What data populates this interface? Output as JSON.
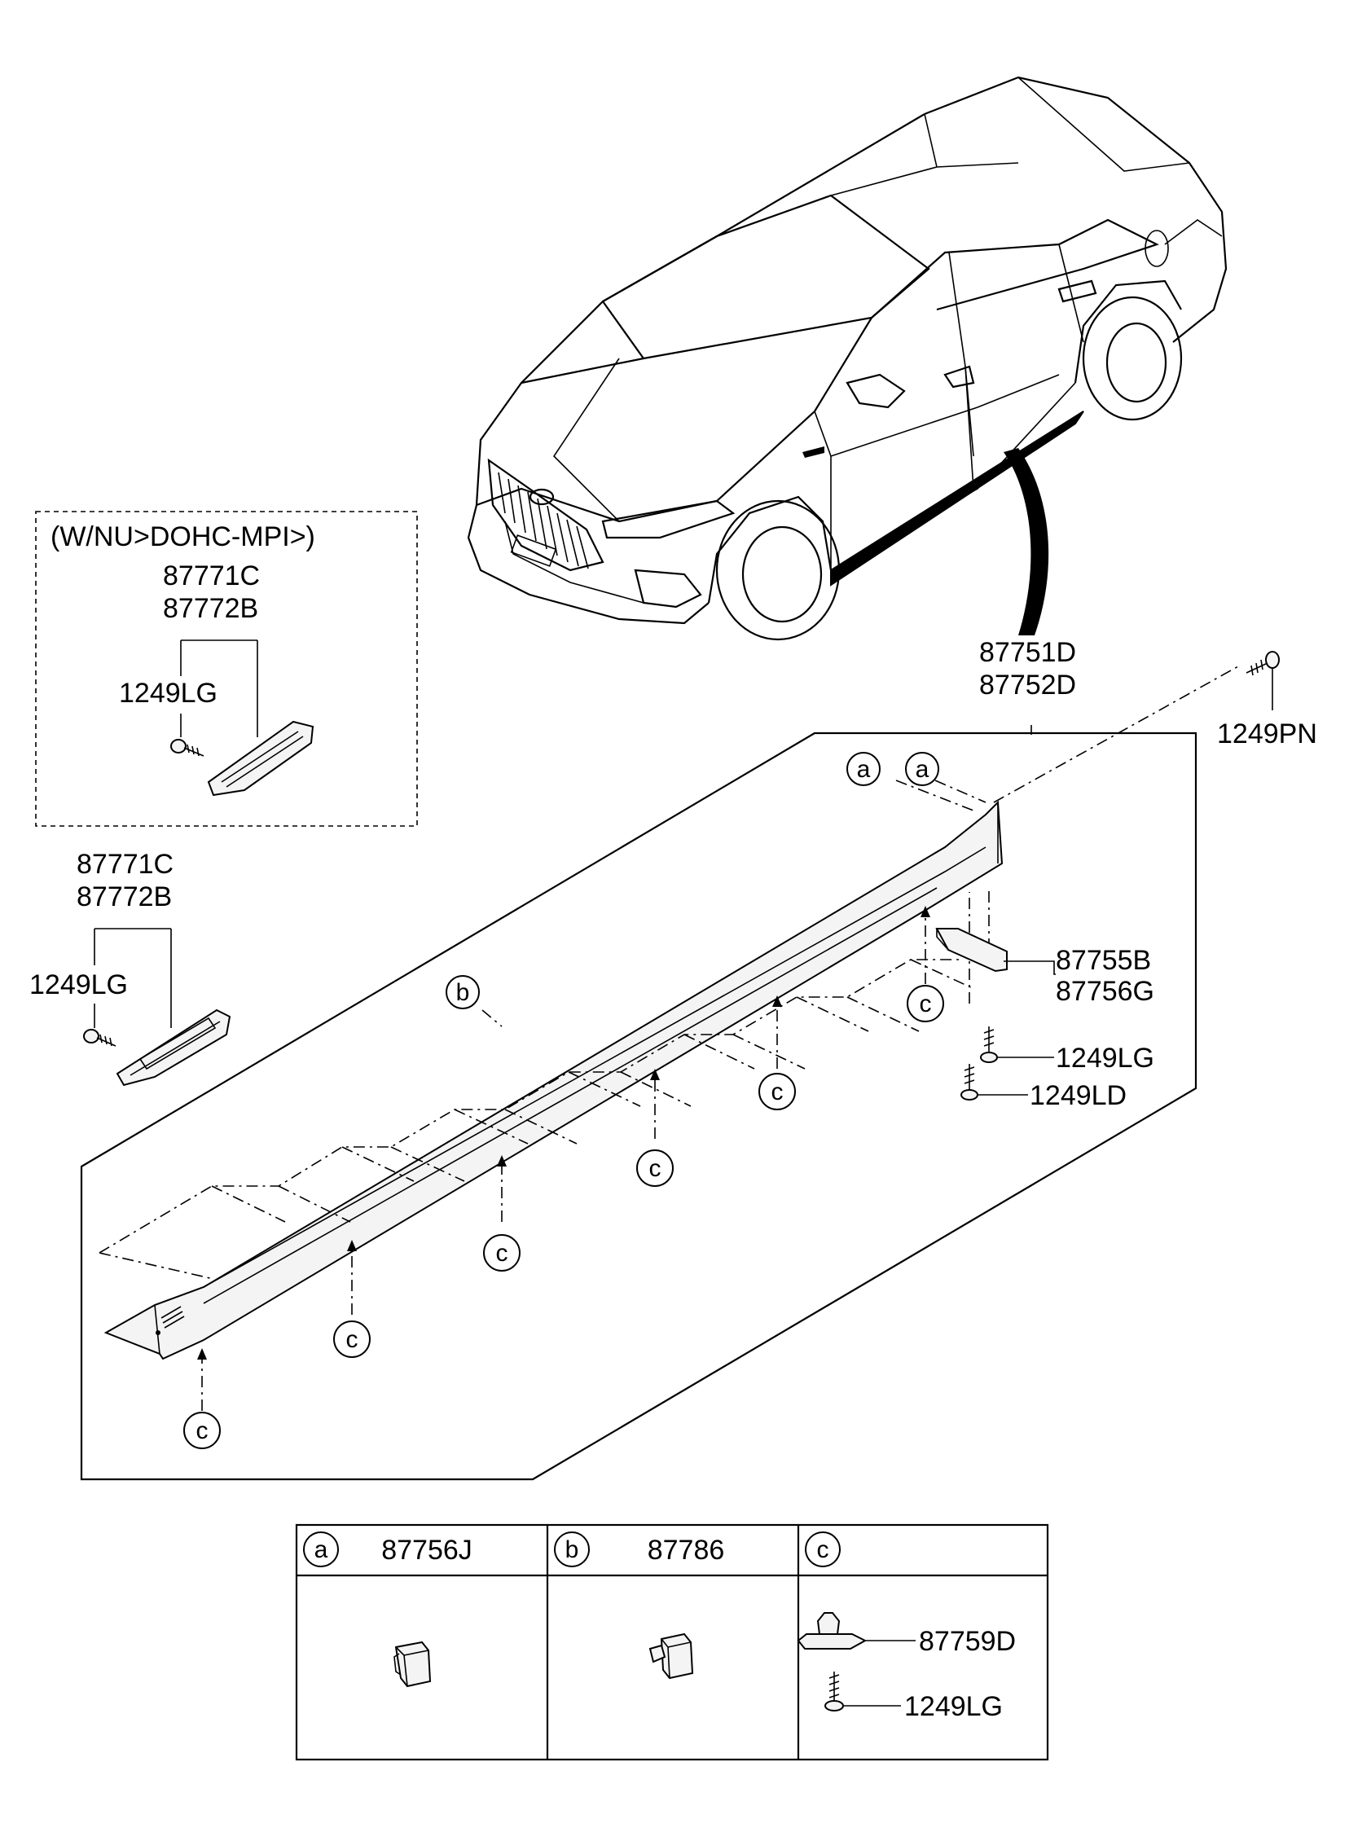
{
  "variant_note": "(W/NU>DOHC-MPI>)",
  "labels": {
    "garnish_upper": "87771C",
    "garnish_lower": "87772B",
    "screw_lg": "1249LG",
    "moulding_upper": "87751D",
    "moulding_lower": "87752D",
    "screw_pn": "1249PN",
    "bracket_upper": "87755B",
    "bracket_lower": "87756G",
    "screw_ld": "1249LD"
  },
  "callouts": {
    "a": "a",
    "b": "b",
    "c": "c"
  },
  "legend": [
    {
      "key": "a",
      "part": "87756J"
    },
    {
      "key": "b",
      "part": "87786"
    },
    {
      "key": "c",
      "part": "",
      "items": [
        "87759D",
        "1249LG"
      ]
    }
  ]
}
